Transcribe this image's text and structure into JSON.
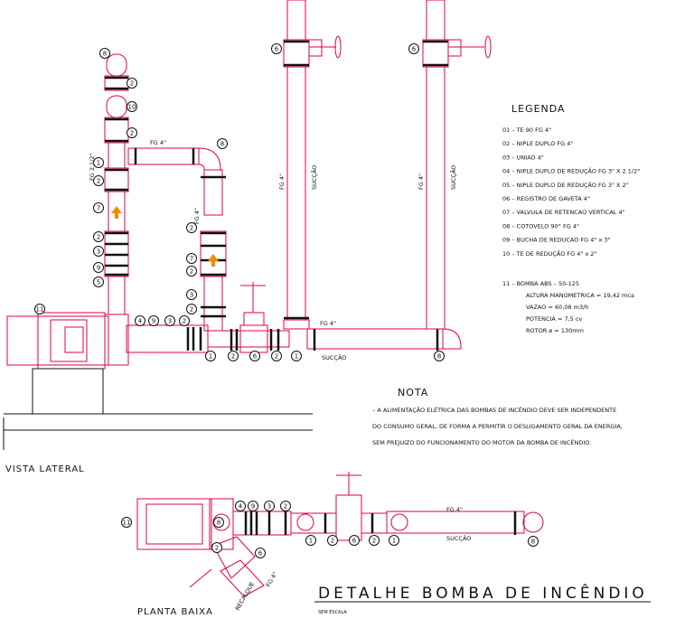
{
  "legend": {
    "title": "LEGENDA",
    "items": [
      "01 – TE 90 FG 4\"",
      "02 – NIPLE DUPLO FG 4\"",
      "03 – UNIAO 4\"",
      "04 – NIPLE DUPLO DE REDUÇÃO FG 3\" X 2.1/2\"",
      "05 – NIPLE DUPLO DE REDUÇÃO FG 3\" X 2\"",
      "06 – REGISTRO DE GAVETA 4\"",
      "07 – VALVULA DE RETENCAO VERTICAL 4\"",
      "08 – COTOVELO 90° FG 4\"",
      "09 – BUCHA DE REDUCAO FG 4\" x 3\"",
      "10 – TE DE REDUÇÃO FG 4\" x 2\""
    ],
    "pump": [
      "11 – BOMBA ABS – 50-125",
      "ALTURA MANOMETRICA = 19,42 mca",
      "VAZAO = 60,08 m3/h",
      "POTENCIA = 7,5 cv",
      "ROTOR ø = 130mm"
    ]
  },
  "note": {
    "title": "NOTA",
    "lines": [
      "– A ALIMENTAÇÃO ELÉTRICA DAS BOMBAS DE INCÊNDIO DEVE SER INDEPENDENTE",
      "DO CONSUMO GERAL, DE FORMA A PERMITIR O DESLIGAMENTO GERAL DA ENERGIA,",
      "SEM PREJUIZO DO FUNCIONAMENTO DO MOTOR DA BOMBA DE INCÊNDIO."
    ]
  },
  "views": {
    "side": "VISTA LATERAL",
    "plan": "PLANTA BAIXA"
  },
  "title": {
    "main": "DETALHE BOMBA DE INCÊNDIO",
    "sub": "SEM ESCALA"
  },
  "pipe_labels": {
    "fg4": "FG 4\"",
    "fg212": "FG 2.1/2\"",
    "succao": "SUCÇÃO",
    "recalque": "RECALQUE"
  },
  "colors": {
    "pipe": "#e0004a",
    "line": "#111111",
    "arrow": "#f08c00"
  },
  "callouts": {
    "side_vert_main": [
      "8",
      "2",
      "10",
      "2",
      "1",
      "2",
      "7",
      "2",
      "3",
      "9",
      "5"
    ],
    "side_vert_right": [
      "8",
      "2",
      "7",
      "2",
      "3",
      "2"
    ],
    "side_top_row": [
      "4",
      "9",
      "3",
      "2"
    ],
    "side_bottom_row": [
      "1",
      "2",
      "6",
      "2",
      "1",
      "8"
    ],
    "side_upper": [
      "6",
      "6",
      "11"
    ],
    "plan_top_row": [
      "4",
      "9",
      "3",
      "2"
    ],
    "plan_bottom_row": [
      "1",
      "2",
      "6",
      "2",
      "1",
      "8"
    ],
    "plan_misc": [
      "11",
      "8",
      "2",
      "6"
    ]
  }
}
